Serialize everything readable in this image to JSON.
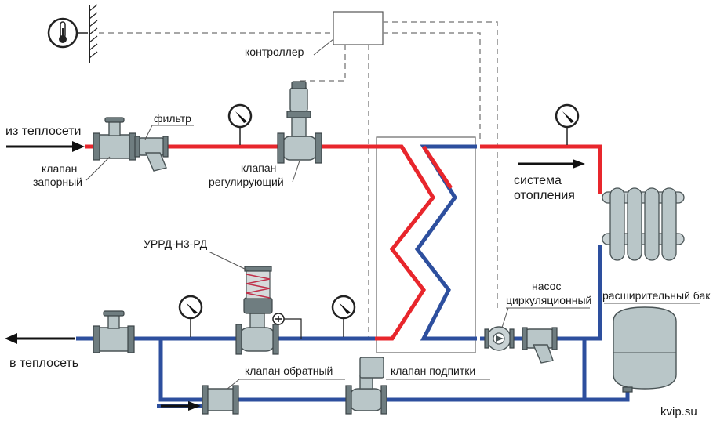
{
  "labels": {
    "from_network": "из теплосети",
    "to_network": "в теплосеть",
    "valve_shutoff_1": "клапан",
    "valve_shutoff_2": "запорный",
    "filter": "фильтр",
    "valve_regulating_1": "клапан",
    "valve_regulating_2": "регулирующий",
    "controller": "контроллер",
    "heating_system_1": "система",
    "heating_system_2": "отопления",
    "urrd": "УРРД-Н3-РД",
    "pump_1": "насос",
    "pump_2": "циркуляционный",
    "expansion_tank": "расширительный бак",
    "check_valve": "клапан обратный",
    "makeup_valve": "клапан подпитки",
    "watermark": "kvip.su"
  },
  "colors": {
    "supply": "#e8262c",
    "return": "#2d4f9e",
    "control_line": "#8a8a8a",
    "equipment": "#b9c6c8"
  },
  "icons": [
    "thermometer-icon",
    "gauge-icon",
    "radiator-icon",
    "pump-icon"
  ]
}
